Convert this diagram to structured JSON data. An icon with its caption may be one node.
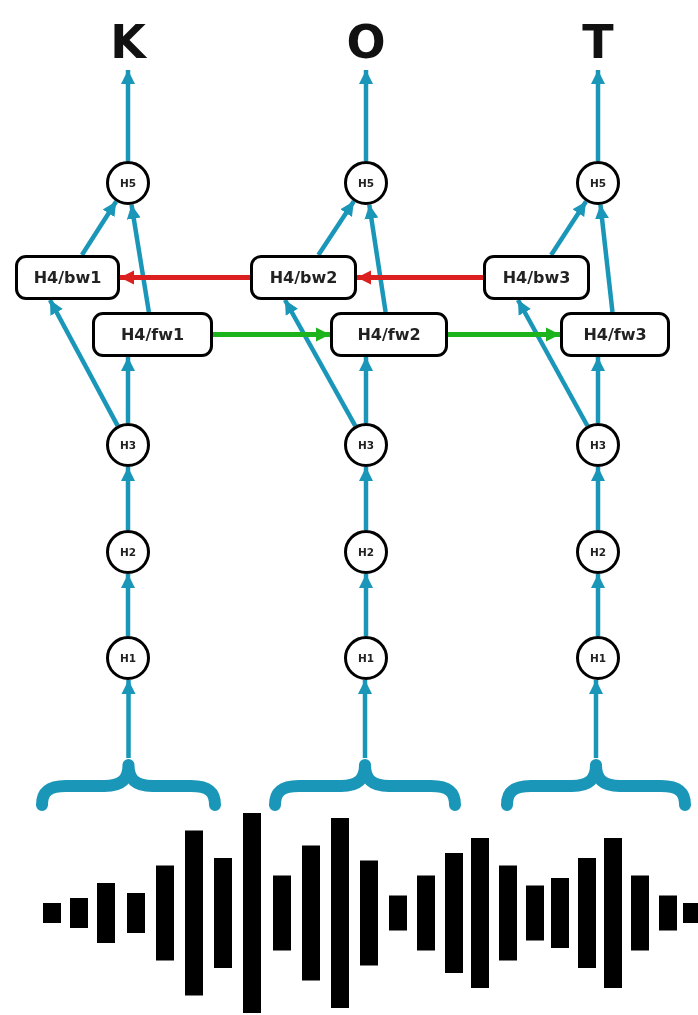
{
  "diagram": {
    "nodes": [
      {
        "text": [
          "K"
        ]
      },
      {
        "text": [
          "O"
        ]
      },
      {
        "text": [
          "T"
        ]
      },
      {
        "text": [
          "H5"
        ]
      },
      {
        "text": [
          "H5"
        ]
      },
      {
        "text": [
          "H5"
        ]
      },
      {
        "text": [
          "H4/bw1"
        ]
      },
      {
        "text": [
          "H4/bw2"
        ]
      },
      {
        "text": [
          "H4/bw3"
        ]
      },
      {
        "text": [
          "H4/fw1"
        ]
      },
      {
        "text": [
          "H4/fw2"
        ]
      },
      {
        "text": [
          "H4/fw3"
        ]
      },
      {
        "text": [
          "H3"
        ]
      },
      {
        "text": [
          "H3"
        ]
      },
      {
        "text": [
          "H3"
        ]
      },
      {
        "text": [
          "H2"
        ]
      },
      {
        "text": [
          "H2"
        ]
      },
      {
        "text": [
          "H2"
        ]
      },
      {
        "text": [
          "H1"
        ]
      },
      {
        "text": [
          "H1"
        ]
      },
      {
        "text": [
          "H1"
        ]
      },
      {
        "text": [],
        "shape": "brace"
      },
      {
        "text": [],
        "shape": "brace"
      },
      {
        "text": [],
        "shape": "brace"
      }
    ],
    "edges": [
      {
        "from": 21,
        "to": 18,
        "arrow": "to"
      },
      {
        "from": 18,
        "to": 15,
        "arrow": "to"
      },
      {
        "from": 15,
        "to": 12,
        "arrow": "to"
      },
      {
        "from": 12,
        "to": 9,
        "arrow": "to"
      },
      {
        "from": 12,
        "to": 6,
        "arrow": "to"
      },
      {
        "from": 9,
        "to": 3,
        "arrow": "to"
      },
      {
        "from": 6,
        "to": 3,
        "arrow": "to"
      },
      {
        "from": 3,
        "to": 0,
        "arrow": "to"
      },
      {
        "from": 22,
        "to": 19,
        "arrow": "to"
      },
      {
        "from": 19,
        "to": 16,
        "arrow": "to"
      },
      {
        "from": 16,
        "to": 13,
        "arrow": "to"
      },
      {
        "from": 13,
        "to": 10,
        "arrow": "to"
      },
      {
        "from": 13,
        "to": 7,
        "arrow": "to"
      },
      {
        "from": 10,
        "to": 4,
        "arrow": "to"
      },
      {
        "from": 7,
        "to": 4,
        "arrow": "to"
      },
      {
        "from": 4,
        "to": 1,
        "arrow": "to"
      },
      {
        "from": 23,
        "to": 20,
        "arrow": "to"
      },
      {
        "from": 20,
        "to": 17,
        "arrow": "to"
      },
      {
        "from": 17,
        "to": 14,
        "arrow": "to"
      },
      {
        "from": 14,
        "to": 11,
        "arrow": "to"
      },
      {
        "from": 14,
        "to": 8,
        "arrow": "to"
      },
      {
        "from": 11,
        "to": 5,
        "arrow": "to"
      },
      {
        "from": 8,
        "to": 5,
        "arrow": "to"
      },
      {
        "from": 5,
        "to": 2,
        "arrow": "to"
      },
      {
        "from": 9,
        "to": 10,
        "arrow": "to",
        "color": "#1db31d"
      },
      {
        "from": 10,
        "to": 11,
        "arrow": "to",
        "color": "#1db31d"
      },
      {
        "from": 7,
        "to": 6,
        "arrow": "to",
        "color": "#dc1f1f"
      },
      {
        "from": 8,
        "to": 7,
        "arrow": "to",
        "color": "#dc1f1f"
      }
    ]
  }
}
